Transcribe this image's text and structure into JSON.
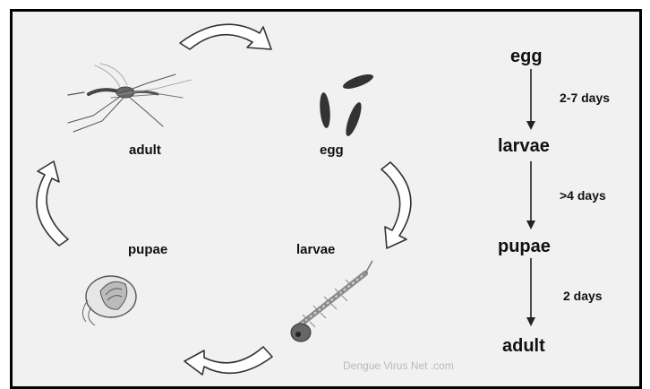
{
  "cycle": {
    "labels": {
      "adult": "adult",
      "egg": "egg",
      "larvae": "larvae",
      "pupae": "pupae"
    }
  },
  "timeline": {
    "stages": [
      "egg",
      "larvae",
      "pupae",
      "adult"
    ],
    "durations": [
      "2-7 days",
      ">4 days",
      "2 days"
    ]
  },
  "watermark": "Dengue Virus Net .com",
  "colors": {
    "frame": "#000000",
    "background": "#f1f1f1",
    "arrow_fill": "#ffffff",
    "text": "#111111"
  }
}
